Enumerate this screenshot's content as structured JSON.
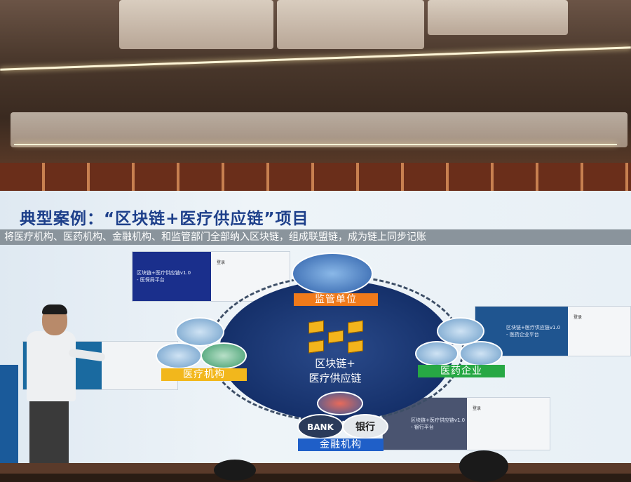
{
  "slide": {
    "title": "典型案例：“区块链+医疗供应链”项目",
    "subtitle": "将医疗机构、医药机构、金融机构、和监管部门全部纳入区块链，组成联盟链，成为链上同步记账",
    "center": {
      "line1": "区块链+",
      "line2": "医疗供应链",
      "icon": "blockchain-cubes-icon"
    },
    "nodes": [
      {
        "label": "监管单位",
        "color": "#f07a1a"
      },
      {
        "label": "医疗机构",
        "color": "#f2b71c"
      },
      {
        "label": "医药企业",
        "color": "#27a844"
      },
      {
        "label": "金融机构",
        "color": "#1f5fc8"
      }
    ],
    "thumbnails": [
      {
        "title": "区块链+医疗供应链v1.0",
        "sub": "- 医保局平台",
        "login": "登录"
      },
      {
        "title": "区块链+医疗供应链v1.0",
        "sub": "- 医药企业平台",
        "login": "登录"
      },
      {
        "title": "区块链+医疗供应链v1.0",
        "sub": "- 银行平台",
        "login": "登录"
      }
    ],
    "bank_sign": "BANK",
    "bank_sign_cn": "银行"
  },
  "colors": {
    "title": "#1d3f8a",
    "circle": "#15306a"
  }
}
